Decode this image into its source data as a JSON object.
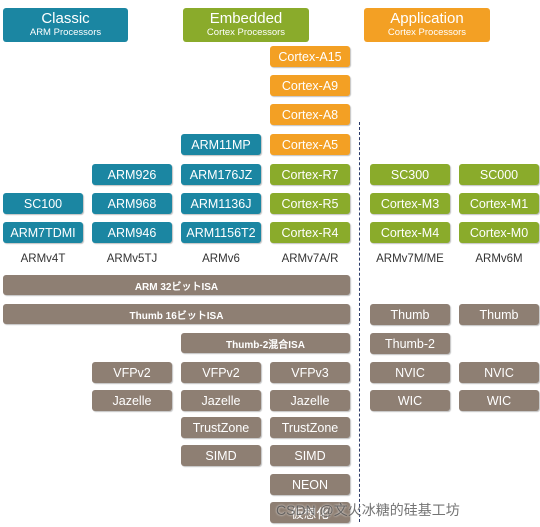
{
  "headers": {
    "classic": {
      "title": "Classic",
      "subtitle": "ARM Processors"
    },
    "embedded": {
      "title": "Embedded",
      "subtitle": "Cortex Processors"
    },
    "application": {
      "title": "Application",
      "subtitle": "Cortex Processors"
    }
  },
  "cores": {
    "col_v4t": [
      "SC100",
      "ARM7TDMI"
    ],
    "col_v5tj": [
      "ARM926",
      "ARM968",
      "ARM946"
    ],
    "col_v6": [
      "ARM11MP",
      "ARM176JZ",
      "ARM1136J",
      "ARM1156T2"
    ],
    "col_v7a_orange": [
      "Cortex-A15",
      "Cortex-A9",
      "Cortex-A8",
      "Cortex-A5"
    ],
    "col_v7a_green": [
      "Cortex-R7",
      "Cortex-R5",
      "Cortex-R4"
    ],
    "col_v7m": [
      "SC300",
      "Cortex-M3",
      "Cortex-M4"
    ],
    "col_v6m": [
      "SC000",
      "Cortex-M1",
      "Cortex-M0"
    ]
  },
  "architectures": [
    "ARMv4T",
    "ARMv5TJ",
    "ARMv6",
    "ARMv7A/R",
    "ARMv7M/ME",
    "ARMv6M"
  ],
  "isa_bars": {
    "arm32": "ARM 32ビットISA",
    "thumb16": "Thumb 16ビットISA",
    "thumb2_mixed": "Thumb-2混合ISA"
  },
  "m_features": {
    "thumb_v7m": "Thumb",
    "thumb_v6m": "Thumb",
    "thumb2_v7m": "Thumb-2",
    "nvic_v7m": "NVIC",
    "nvic_v6m": "NVIC",
    "wic_v7m": "WIC",
    "wic_v6m": "WIC"
  },
  "extensions": {
    "col_v5tj": [
      "VFPv2",
      "Jazelle"
    ],
    "col_v6": [
      "VFPv2",
      "Jazelle",
      "TrustZone",
      "SIMD"
    ],
    "col_v7a": [
      "VFPv3",
      "Jazelle",
      "TrustZone",
      "SIMD",
      "NEON",
      "仮想化"
    ]
  },
  "watermark": "CSDN @文火冰糖的硅基工坊",
  "colors": {
    "classic": "#1b86a2",
    "embedded": "#8aab2b",
    "application": "#f3a024",
    "feature": "#8e7f73"
  }
}
